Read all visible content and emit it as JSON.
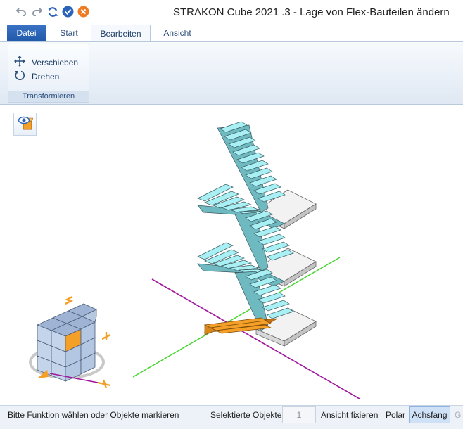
{
  "window": {
    "title": "STRAKON Cube 2021 .3 - Lage von Flex-Bauteilen ändern"
  },
  "quick_access": [
    {
      "icon": "undo-icon"
    },
    {
      "icon": "redo-icon"
    },
    {
      "icon": "refresh-icon"
    },
    {
      "icon": "confirm-icon"
    },
    {
      "icon": "cancel-icon"
    }
  ],
  "tabs": {
    "file": "Datei",
    "start": "Start",
    "edit": "Bearbeiten",
    "view": "Ansicht"
  },
  "ribbon": {
    "group_title": "Transformieren",
    "move_label": "Verschieben",
    "rotate_label": "Drehen"
  },
  "statusbar": {
    "message": "Bitte Funktion wählen oder Objekte markieren",
    "selected_label": "Selektierte Objekte",
    "selected_count": "1",
    "fix_view": "Ansicht fixieren",
    "polar": "Polar",
    "axis_snap": "Achsfang",
    "truncated": "G"
  },
  "colors": {
    "accent": "#2a63b8",
    "stair_cyan": "#a8f0f4",
    "stair_selected": "#f4a028",
    "axis_green": "#44d42c",
    "axis_magenta": "#a0189c"
  }
}
